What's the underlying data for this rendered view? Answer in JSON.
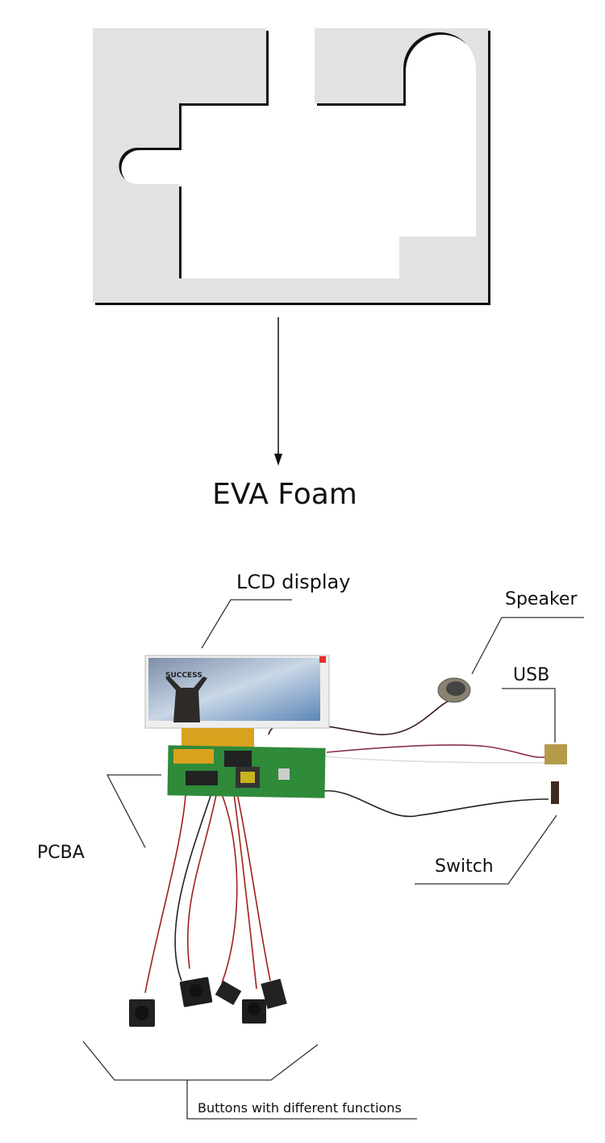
{
  "foam": {
    "label": "EVA Foam",
    "color": "#e2e2e2"
  },
  "labels": {
    "lcd": "LCD display",
    "speaker": "Speaker",
    "usb": "USB",
    "pcba": "PCBA",
    "switch": "Switch",
    "buttons": "Buttons with different functions"
  },
  "lcd_screen": {
    "text": "SUCCESS"
  },
  "colors": {
    "pcb": "#2f8a3a",
    "flex": "#d9a21e",
    "wire_red": "#a0201a",
    "wire_black": "#1a1a1a"
  }
}
